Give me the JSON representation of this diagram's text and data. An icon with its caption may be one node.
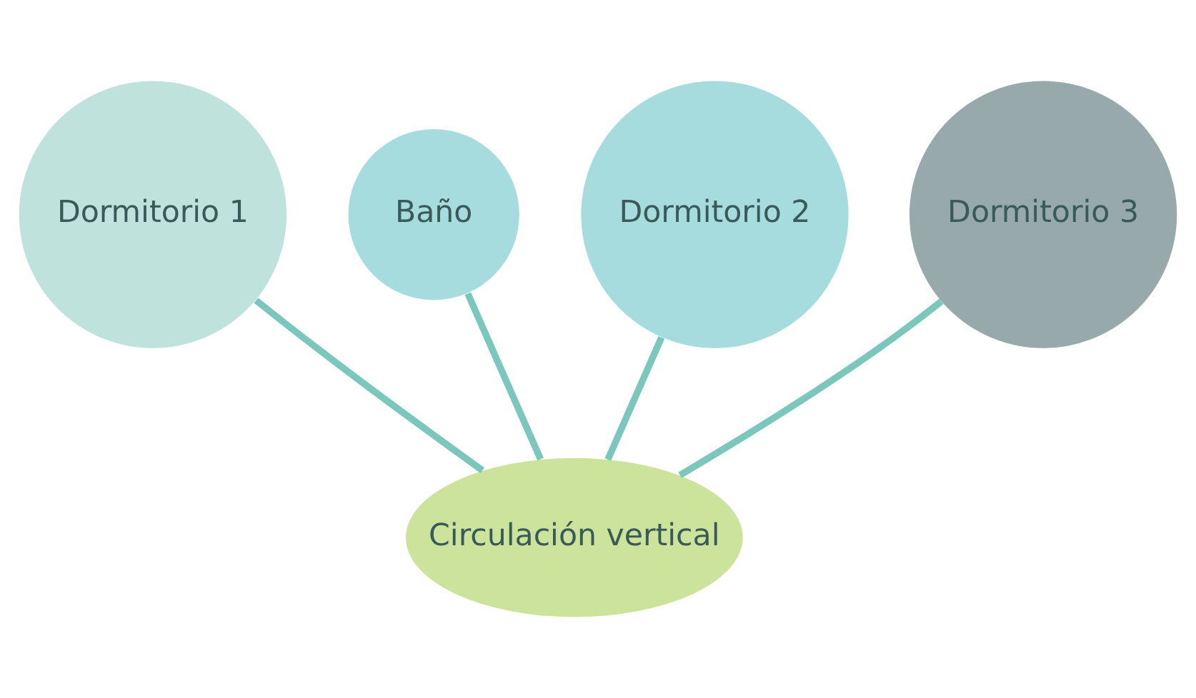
{
  "diagram": {
    "nodes": [
      {
        "text": [
          "Dormitorio 1"
        ]
      },
      {
        "text": [
          "Baño"
        ]
      },
      {
        "text": [
          "Dormitorio 2"
        ]
      },
      {
        "text": [
          "Circulación vertical"
        ]
      },
      {
        "text": [
          "Dormitorio 3"
        ]
      }
    ],
    "edges": [
      {
        "from": 0,
        "to": 3,
        "arrow": "none"
      },
      {
        "from": 1,
        "to": 3,
        "arrow": "none"
      },
      {
        "from": 2,
        "to": 3,
        "arrow": "none"
      },
      {
        "from": 4,
        "to": 3,
        "arrow": "none"
      }
    ]
  }
}
